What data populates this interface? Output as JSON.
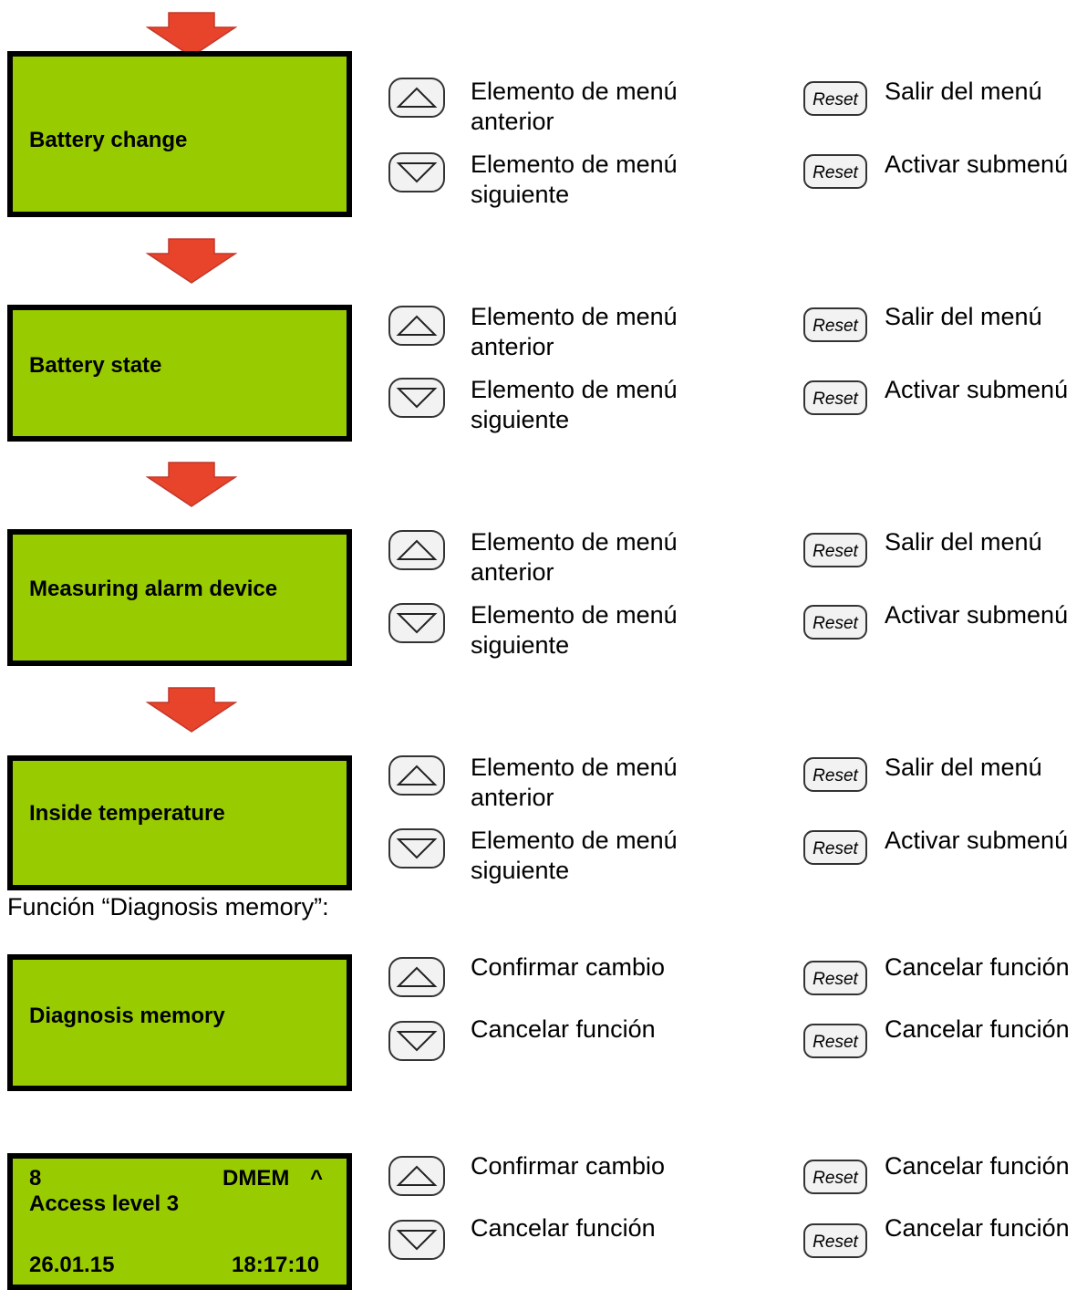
{
  "colors": {
    "lcd": "#99cc00",
    "arrow": "#e8432b",
    "arrow_stroke": "#c0392b"
  },
  "icons": {
    "up": "triangle-up-icon",
    "down": "triangle-down-icon",
    "reset": "reset-key-icon"
  },
  "reset_key_label": "Reset",
  "screens": [
    {
      "title": "Battery change",
      "up_label_1": "Elemento de menú",
      "up_label_2": "anterior",
      "down_label_1": "Elemento de menú",
      "down_label_2": "siguiente",
      "reset_top": "Salir del menú",
      "reset_bottom": "Activar submenú"
    },
    {
      "title": "Battery state",
      "up_label_1": "Elemento de menú",
      "up_label_2": "anterior",
      "down_label_1": "Elemento de menú",
      "down_label_2": "siguiente",
      "reset_top": "Salir del menú",
      "reset_bottom": "Activar submenú"
    },
    {
      "title": "Measuring alarm device",
      "up_label_1": "Elemento de menú",
      "up_label_2": "anterior",
      "down_label_1": "Elemento de menú",
      "down_label_2": "siguiente",
      "reset_top": "Salir del menú",
      "reset_bottom": "Activar submenú"
    },
    {
      "title": "Inside temperature",
      "up_label_1": "Elemento de menú",
      "up_label_2": "anterior",
      "down_label_1": "Elemento de menú",
      "down_label_2": "siguiente",
      "reset_top": "Salir del menú",
      "reset_bottom": "Activar submenú"
    }
  ],
  "caption": "Función “Diagnosis memory”:",
  "diag": {
    "title": "Diagnosis memory",
    "up_label": "Confirmar cambio",
    "down_label": "Cancelar función",
    "reset_top": "Cancelar función",
    "reset_bottom": "Cancelar función"
  },
  "dmem": {
    "line1_left": "8",
    "line1_right": "DMEM",
    "scroll_indicator": "^",
    "line2": "Access level 3",
    "date": "26.01.15",
    "time": "18:17:10",
    "up_label": "Confirmar cambio",
    "down_label": "Cancelar función",
    "reset_top": "Cancelar función",
    "reset_bottom": "Cancelar función"
  }
}
